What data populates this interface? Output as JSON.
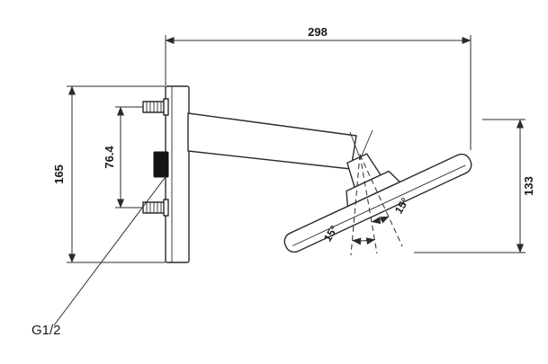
{
  "drawing": {
    "labels": {
      "width": "298",
      "height": "165",
      "inner_height": "76.4",
      "head_height": "133",
      "angle_1": "15°",
      "angle_2": "15°",
      "thread": "G1/2"
    },
    "colors": {
      "line": "#2b2b2b",
      "background": "#ffffff",
      "connector_fill": "#141414"
    }
  }
}
